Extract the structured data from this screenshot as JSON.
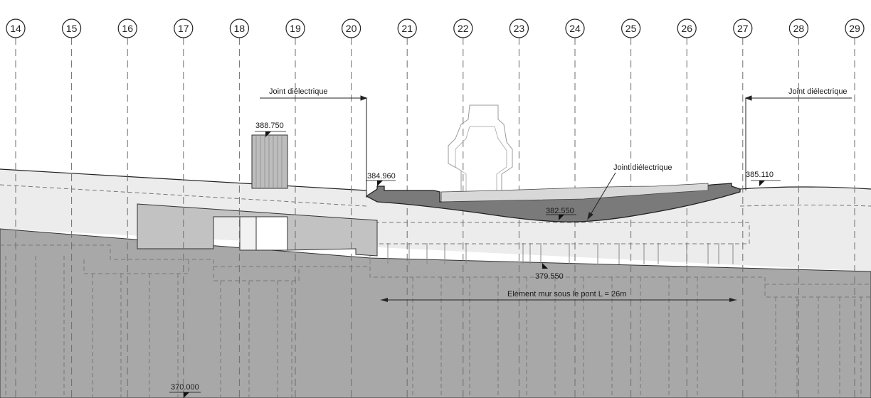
{
  "axes": [
    "14",
    "15",
    "16",
    "17",
    "18",
    "19",
    "20",
    "21",
    "22",
    "23",
    "24",
    "25",
    "26",
    "27",
    "28",
    "29"
  ],
  "labels": {
    "joint_left": "Joint diélectrique",
    "joint_right": "Joint diélectrique",
    "joint_center": "Joint diélectrique",
    "elev_388750": "388.750",
    "elev_384960": "384.960",
    "elev_385110": "385.110",
    "elev_382550": "382.550",
    "elev_379550": "379.550",
    "elev_370000": "370.000",
    "wall_element": "Elément mur sous le pont L = 26m"
  },
  "colors": {
    "ground_cut": "#a9a9a9",
    "embankment": "#ededed",
    "bridge_deck": "#7d7d7d",
    "structure_grey": "#bdbdbd",
    "line": "#222222"
  }
}
